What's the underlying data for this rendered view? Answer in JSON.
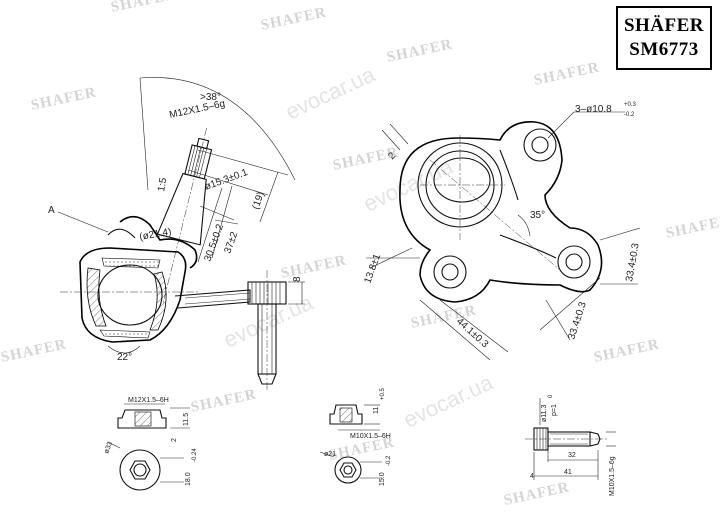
{
  "brand": {
    "line1": "SHÄFER",
    "line2": "SM6773"
  },
  "watermarks": {
    "shafer": "SHAFER",
    "evocar": "evocar.ua"
  },
  "dims": {
    "angle_38": ">38°",
    "thread_main": "M12X1.5–6g",
    "d15": "ø15.3±0.1",
    "d19": "(19)",
    "len15": "1:5",
    "d21": "(ø21.4)",
    "h30": "30.5±0.2",
    "h37": "37±2",
    "label_a": "A",
    "angle_22": "22°",
    "h8": "8",
    "holes": "3–ø10.8",
    "holes_tol_up": "+0.3",
    "holes_tol_dn": "-0.2",
    "w2": "2",
    "angle_35": "35°",
    "d138": "13.8±1",
    "d441": "44.1±0.3",
    "d334a": "33.4±0.3",
    "d334b": "33.4±0.3",
    "nut1_thread": "M12X1.5–6H",
    "nut1_h": "11.5",
    "nut1_t": "2",
    "nut1_d": "ø33",
    "nut1_w": "18.0",
    "nut1_w_tol": "-0.24",
    "nut2_h": "11",
    "nut2_h_tol": "+0.5",
    "nut2_thread": "M10X1.5–6H",
    "nut2_d": "ø21",
    "nut2_w": "15.0",
    "nut2_w_tol": "-0.2",
    "bolt_d": "ø11.3",
    "bolt_d_tol": "0",
    "bolt_p": "p=1",
    "bolt_l32": "32",
    "bolt_l41": "41",
    "bolt_4": "4",
    "bolt_thread": "M10X1.5–6g"
  }
}
